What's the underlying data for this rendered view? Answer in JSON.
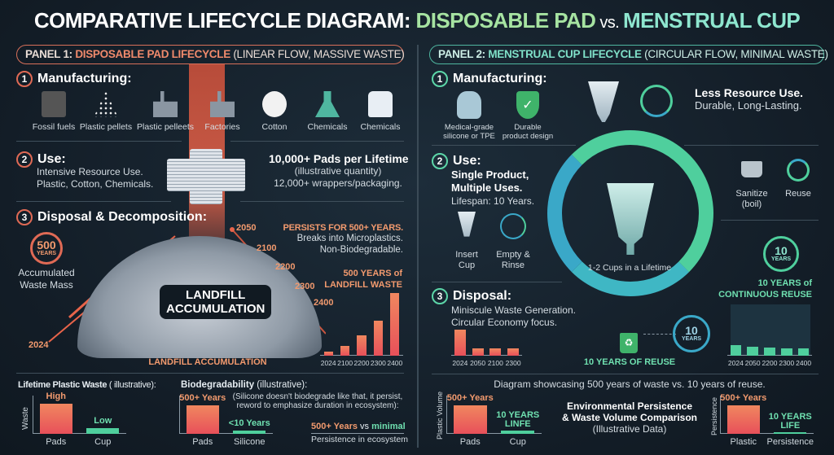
{
  "title": {
    "prefix": "COMPARATIVE LIFECYCLE DIAGRAM: ",
    "pad": "DISPOSABLE PAD",
    "vs": " vs. ",
    "cup": "MENSTRUAL CUP"
  },
  "colors": {
    "background": "#131d27",
    "pad_accent": "#e8644a",
    "cup_accent": "#4fcf9d",
    "title_green": "#a6e3a1"
  },
  "panel1": {
    "header": {
      "label": "PANEL 1: ",
      "name": "DISPOSABLE PAD LIFECYCLE",
      "note": " (LINEAR FLOW, MASSIVE WASTE)"
    },
    "manufacturing": {
      "num": "1",
      "title": "Manufacturing:",
      "items": [
        {
          "label": "Fossil fuels",
          "icon": "oil-barrel-icon"
        },
        {
          "label": "Plastic pellets",
          "icon": "pellets-icon"
        },
        {
          "label": "Plastic pelleets",
          "icon": "factory-icon"
        },
        {
          "label": "Factories",
          "icon": "factory-icon"
        },
        {
          "label": "Cotton",
          "icon": "cotton-icon"
        },
        {
          "label": "Chemicals",
          "icon": "flask-icon"
        },
        {
          "label": "Chemicals",
          "icon": "bottle-icon"
        }
      ]
    },
    "use": {
      "num": "2",
      "title": "Use:",
      "lines": [
        "Intensive Resource Use.",
        "Plastic, Cotton, Chemicals."
      ],
      "stat": "10,000+ Pads per Lifetime",
      "stat_note": "(illustrative quantity)",
      "stat_sub": "12,000+ wrappers/packaging."
    },
    "disposal": {
      "num": "3",
      "title": "Disposal & Decomposition:",
      "watch_num": "500",
      "watch_unit": "YEARS",
      "watch_caption": [
        "Accumulated",
        "Waste Mass"
      ],
      "years": [
        "2050",
        "2100",
        "2200",
        "2300",
        "2400"
      ],
      "start_year": "2024",
      "pile_label": [
        "LANDFILL",
        "ACCUMULATION"
      ],
      "pile_caption": "LANDFILL ACCUMULATION",
      "persists": "PERSISTS FOR 500+ YEARS.",
      "persists_lines": [
        "Breaks into Microplastics.",
        "Non-Biodegradable."
      ],
      "chart_title": [
        "500 YEARS of",
        "LANDFILL WASTE"
      ],
      "chart": {
        "categories": [
          "2024",
          "2100",
          "2200",
          "2300",
          "2400"
        ],
        "values": [
          5,
          12,
          24,
          42,
          75
        ]
      }
    },
    "bottom": {
      "waste": {
        "title": "Lifetime Plastic Waste",
        "title_note": " ( illustrative):",
        "ylabel": "Waste",
        "categories": [
          "Pads",
          "Cup"
        ],
        "bar_labels": [
          "High",
          "Low"
        ],
        "values": [
          100,
          20
        ]
      },
      "bio": {
        "title": "Biodegradability",
        "title_note": " (illustrative):",
        "categories": [
          "Pads",
          "Silicone"
        ],
        "bar_labels": [
          "500+ Years",
          "<10 Years"
        ],
        "values": [
          100,
          10
        ],
        "note": [
          "(Silicone doesn't biodegrade like that, it persist,",
          "reword to emphasize duration in ecosystem):"
        ],
        "compare_a": "500+ Years",
        "compare_vs": " vs ",
        "compare_b": "minimal",
        "compare_caption": "Persistence in ecosystem"
      }
    }
  },
  "panel2": {
    "header": {
      "label": "PANEL 2: ",
      "name": "MENSTRUAL CUP LIFECYCLE",
      "note": " (CIRCULAR FLOW, MINIMAL WASTE)"
    },
    "manufacturing": {
      "num": "1",
      "title": "Manufacturing:",
      "items": [
        {
          "label": [
            "Medical-grade",
            "silicone or TPE"
          ],
          "icon": "silicone-icon"
        },
        {
          "label": [
            "Durable",
            "product design"
          ],
          "icon": "shield-check-icon"
        }
      ],
      "headline": "Less Resource Use.",
      "sub": "Durable, Long-Lasting."
    },
    "use": {
      "num": "2",
      "title": "Use:",
      "bold": [
        "Single Product,",
        "Multiple Uses."
      ],
      "lifespan": "Lifespan: 10 Years.",
      "steps": [
        {
          "label": [
            "Insert",
            "Cup"
          ],
          "icon": "cup-icon"
        },
        {
          "label": [
            "Empty &",
            "Rinse"
          ],
          "icon": "rinse-icon"
        }
      ],
      "care": [
        {
          "label": [
            "Sanitize",
            "(boil)"
          ],
          "icon": "pot-icon"
        },
        {
          "label": [
            "Reuse"
          ],
          "icon": "reuse-icon"
        }
      ],
      "cycle_caption": "1-2 Cups in a Lifetime"
    },
    "disposal": {
      "num": "3",
      "title": "Disposal:",
      "lines": [
        "Miniscule Waste Generation.",
        "Circular Economy focus."
      ],
      "chart": {
        "categories": [
          "2024",
          "2050",
          "2100",
          "2300"
        ],
        "values": [
          27,
          8,
          8,
          8
        ]
      },
      "reuse_label": "10 YEARS OF REUSE",
      "watch_num": "10",
      "watch_unit": "YEARS"
    },
    "continuous": {
      "watch_num": "10",
      "watch_unit": "YEARS",
      "title": [
        "10 YEARS of",
        "CONTINUOUS REUSE"
      ],
      "chart": {
        "categories": [
          "2024",
          "2050",
          "2200",
          "2300",
          "2400"
        ],
        "values": [
          13,
          11,
          10,
          9,
          9
        ]
      }
    },
    "bottom": {
      "caption": "Diagram showcasing 500 years of waste vs. 10 years of reuse.",
      "volume": {
        "ylabel": "Plastic Volume",
        "categories": [
          "Pads",
          "Cup"
        ],
        "bar_labels": [
          "500+ Years",
          "10 YEARS\nLINFE"
        ],
        "values": [
          100,
          12
        ]
      },
      "center": [
        "Environmental Persistence",
        "& Waste Volume Comparison",
        "(Illustrative Data)"
      ],
      "persistence": {
        "ylabel": "Persistence",
        "categories": [
          "Plastic",
          "Persistence"
        ],
        "bar_labels": [
          "500+ Years",
          "10 YEARS\nLIFE"
        ],
        "values": [
          100,
          6
        ]
      }
    }
  }
}
